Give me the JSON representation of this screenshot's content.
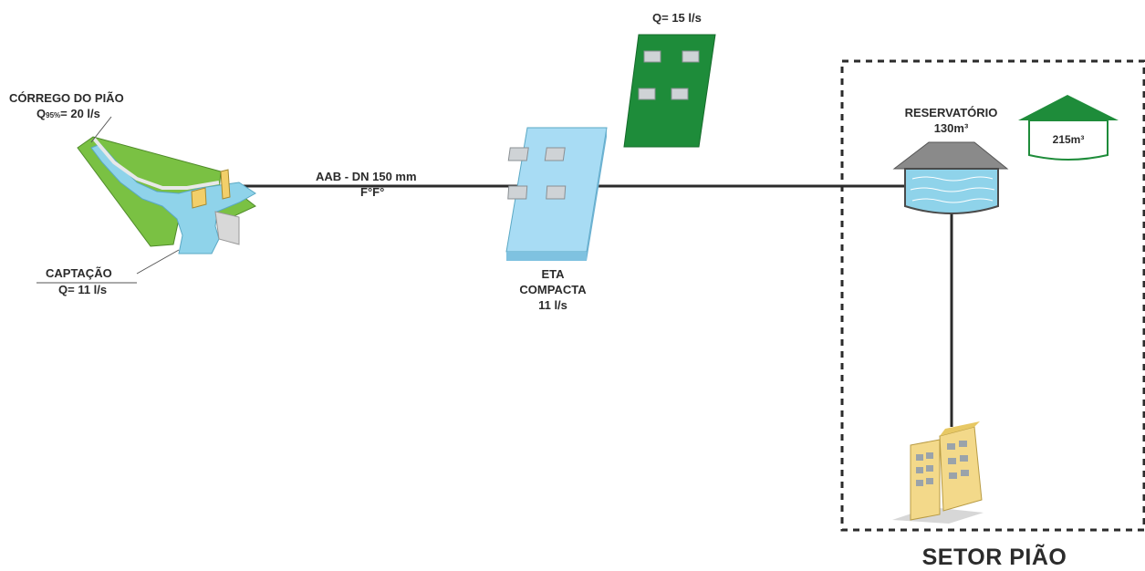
{
  "source": {
    "name": "CÓRREGO DO PIÃO",
    "flow_prefix": "Q",
    "flow_subscript": "95%",
    "flow_value": "= 20 l/s"
  },
  "intake": {
    "name": "CAPTAÇÃO",
    "flow": "Q= 11 l/s"
  },
  "pipeline": {
    "label": "AAB - DN 150 mm",
    "material": "F°F°"
  },
  "treatment_plant": {
    "name_line1": "ETA",
    "name_line2": "COMPACTA",
    "capacity": "11 l/s"
  },
  "future_plant": {
    "flow": "Q= 15 l/s",
    "color": "#1e8c3a"
  },
  "reservoir": {
    "name": "RESERVATÓRIO",
    "volume": "130m³"
  },
  "future_reservoir": {
    "volume": "215m³",
    "color": "#1e8c3a"
  },
  "sector": {
    "name": "SETOR PIÃO"
  },
  "colors": {
    "line": "#2b2b2b",
    "water": "#8fd3ea",
    "terrain": "#7ac143",
    "building": "#f3d98a",
    "roof": "#8a8a8a"
  }
}
